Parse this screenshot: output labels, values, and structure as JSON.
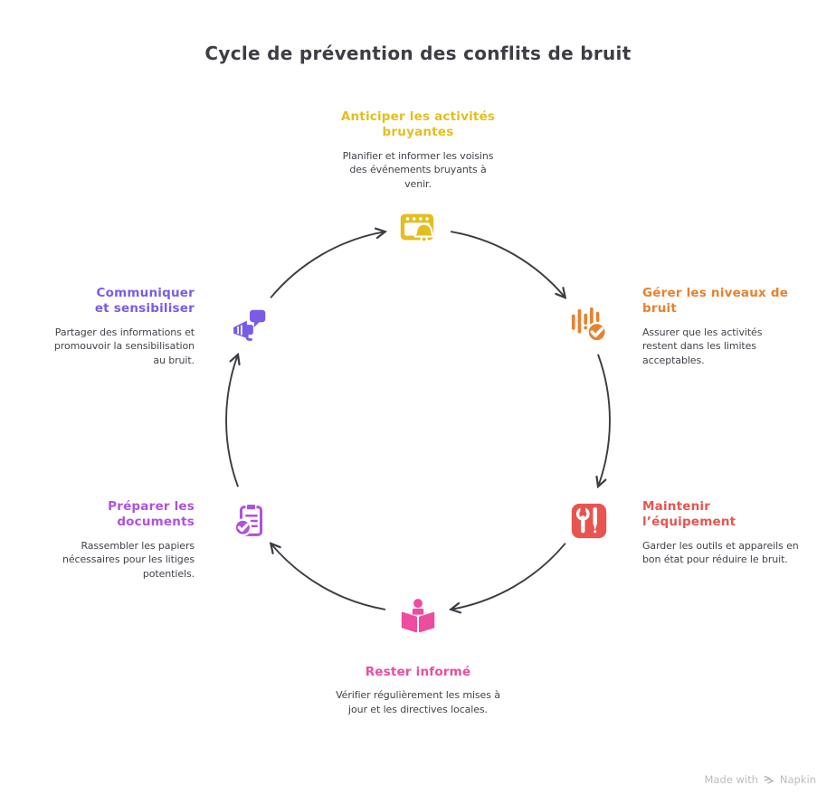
{
  "title": "Cycle de prévention des conflits de bruit",
  "colors": {
    "title_text": "#3F3C45",
    "body_text": "#45424B",
    "arrow": "#3E3C43",
    "watermark": "#BDBDBD"
  },
  "nodes": [
    {
      "id": "anticiper",
      "title": "Anticiper les activités bruyantes",
      "description": "Planifier et informer les voisins des événements bruyants à venir.",
      "color": "#E3BE1F",
      "icon": "calendar-bell-icon"
    },
    {
      "id": "gerer",
      "title": "Gérer les niveaux de bruit",
      "description": "Assurer que les activités restent dans les limites acceptables.",
      "color": "#E8812E",
      "icon": "sound-levels-check-icon"
    },
    {
      "id": "maintenir",
      "title": "Maintenir l’équipement",
      "description": "Garder les outils et appareils en bon état pour réduire le bruit.",
      "color": "#E85450",
      "icon": "tools-icon"
    },
    {
      "id": "rester",
      "title": "Rester informé",
      "description": "Vérifier régulièrement les mises à jour et les directives locales.",
      "color": "#ED4C9F",
      "icon": "reading-person-icon"
    },
    {
      "id": "preparer",
      "title": "Préparer les documents",
      "description": "Rassembler les papiers nécessaires pour les litiges potentiels.",
      "color": "#AE52DE",
      "icon": "clipboard-check-icon"
    },
    {
      "id": "communiquer",
      "title": "Communiquer et sensibiliser",
      "description": "Partager des informations et promouvoir la sensibilisation au bruit.",
      "color": "#7A5BE8",
      "icon": "megaphone-speech-bubble-icon"
    }
  ],
  "watermark": {
    "prefix": "Made with",
    "brand": "Napkin"
  }
}
